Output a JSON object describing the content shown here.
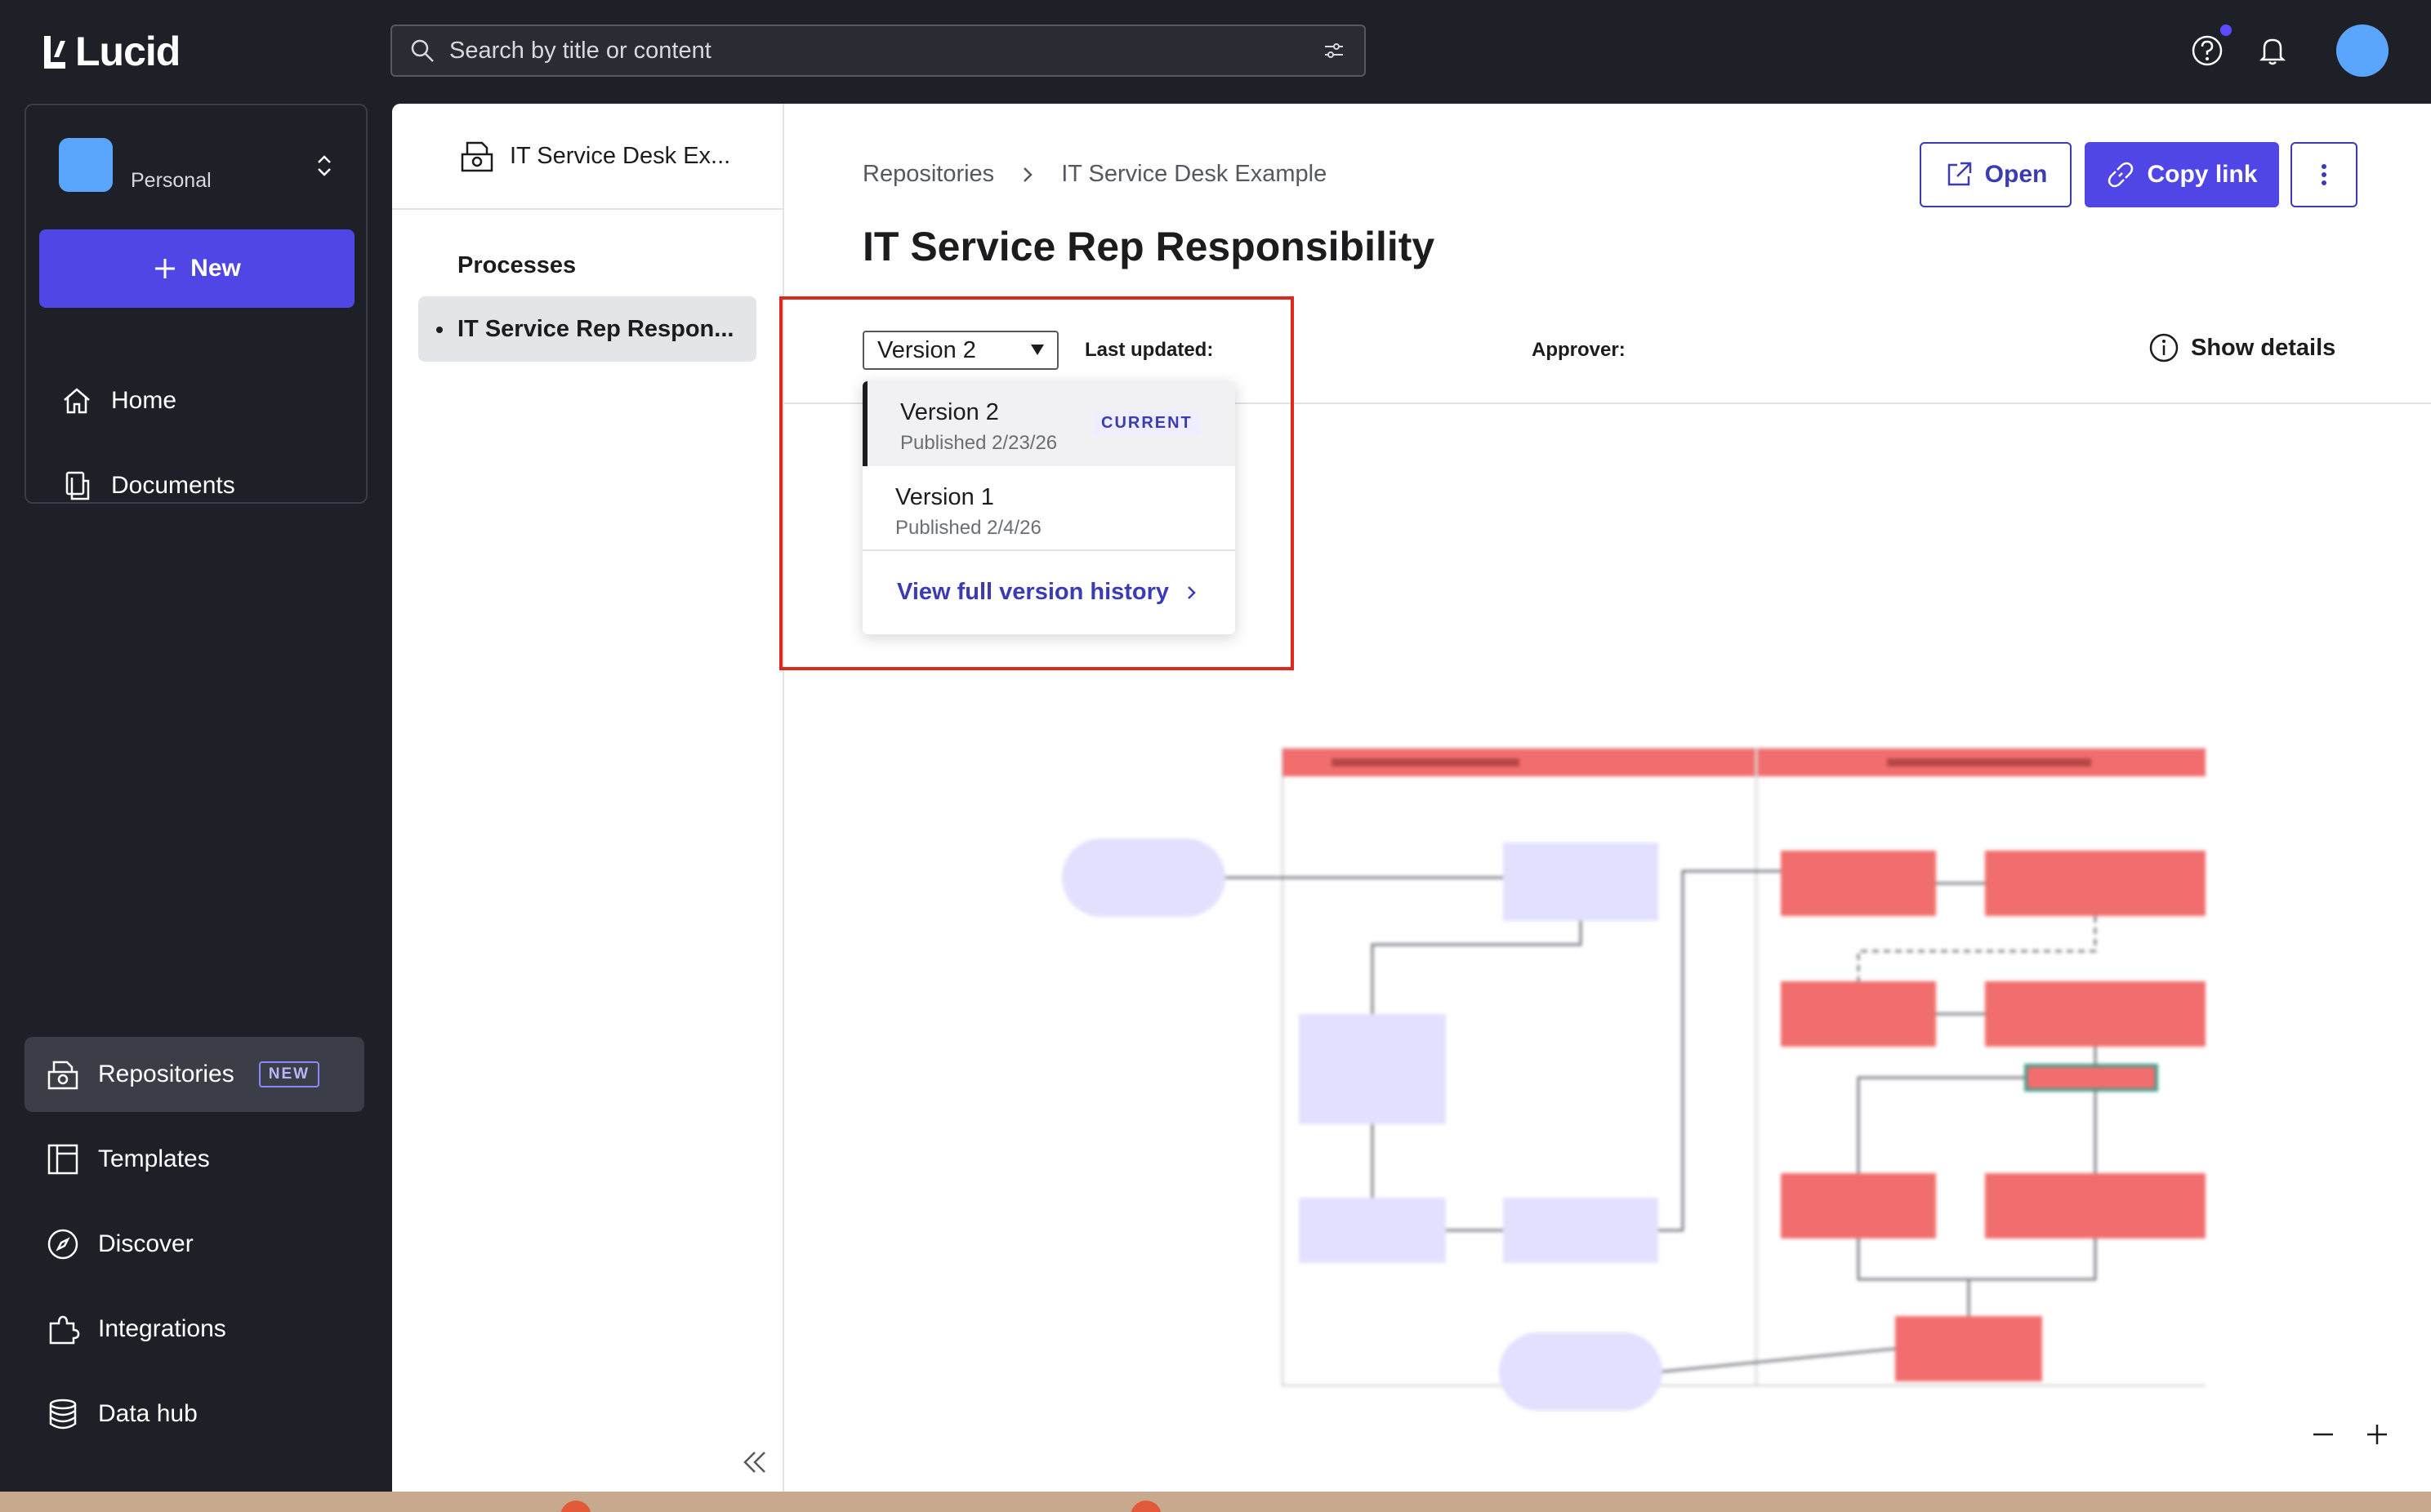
{
  "app": {
    "name": "Lucid"
  },
  "search": {
    "placeholder": "Search by title or content"
  },
  "workspace": {
    "name": "Personal"
  },
  "sidebar": {
    "new_label": "New",
    "top_items": [
      {
        "label": "Home",
        "icon": "home-icon"
      },
      {
        "label": "Documents",
        "icon": "documents-icon"
      }
    ],
    "bottom_items": [
      {
        "label": "Repositories",
        "icon": "repositories-icon",
        "badge": "NEW",
        "active": true
      },
      {
        "label": "Templates",
        "icon": "templates-icon"
      },
      {
        "label": "Discover",
        "icon": "compass-icon"
      },
      {
        "label": "Integrations",
        "icon": "puzzle-icon"
      },
      {
        "label": "Data hub",
        "icon": "database-icon"
      }
    ]
  },
  "repository": {
    "name": "IT Service Desk Ex...",
    "section_label": "Processes",
    "selected_process": "IT Service Rep Respon..."
  },
  "breadcrumb": [
    "Repositories",
    "IT Service Desk Example"
  ],
  "page": {
    "title": "IT Service Rep Responsibility"
  },
  "actions": {
    "open_label": "Open",
    "copy_link_label": "Copy link"
  },
  "meta": {
    "selected_version": "Version 2",
    "last_updated_label": "Last updated:",
    "approver_label": "Approver:",
    "show_details_label": "Show details"
  },
  "version_dropdown": {
    "items": [
      {
        "version": "Version 2",
        "published": "Published 2/23/26",
        "badge": "CURRENT"
      },
      {
        "version": "Version 1",
        "published": "Published 2/4/26"
      }
    ],
    "history_link": "View full version history"
  },
  "colors": {
    "accent": "#5046e5",
    "link": "#3b3bb3",
    "highlight": "#e0271b",
    "lane_header": "#f26d6d",
    "lavender_node": "#e2e0ff"
  }
}
